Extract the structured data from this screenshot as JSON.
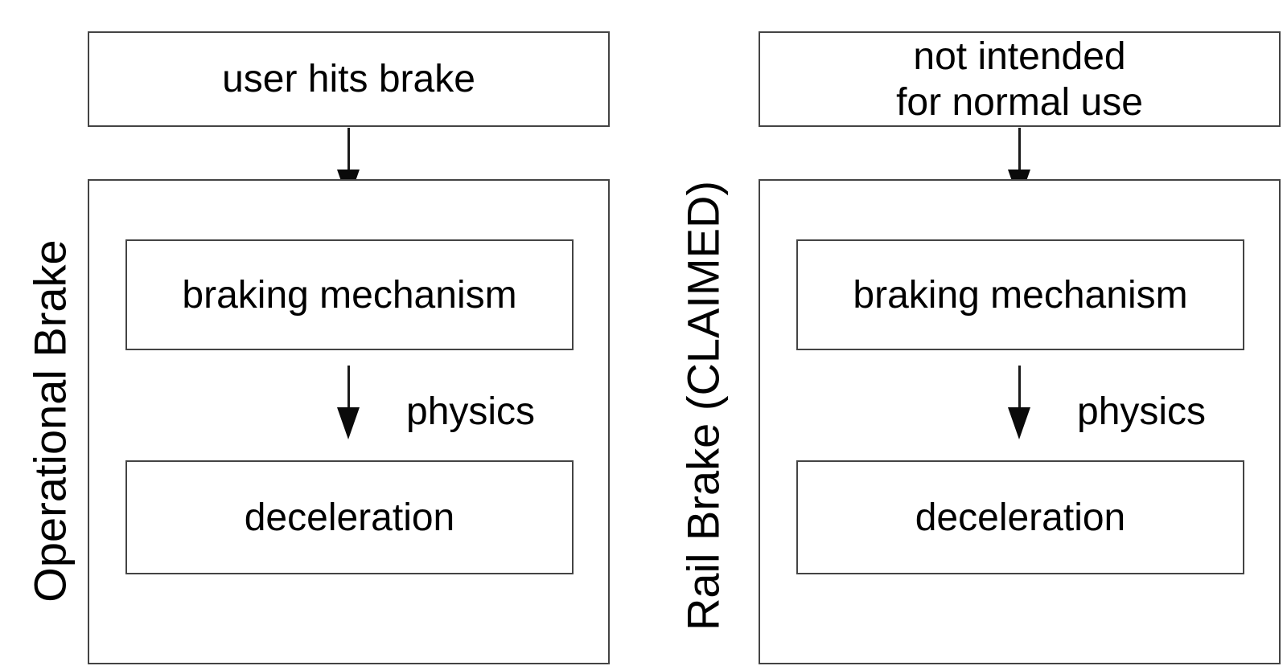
{
  "colors": {
    "background": "#ffffff",
    "box_border": "#444444",
    "text": "#000000",
    "arrow": "#0a0a0a"
  },
  "panels": [
    {
      "side_label": "Operational Brake",
      "trigger_lines": [
        "user hits brake"
      ],
      "mechanism_label": "braking mechanism",
      "physics_label": "physics",
      "result_label": "deceleration"
    },
    {
      "side_label": "Rail Brake (CLAIMED)",
      "trigger_lines": [
        "not intended",
        "for normal use"
      ],
      "mechanism_label": "braking mechanism",
      "physics_label": "physics",
      "result_label": "deceleration"
    }
  ]
}
